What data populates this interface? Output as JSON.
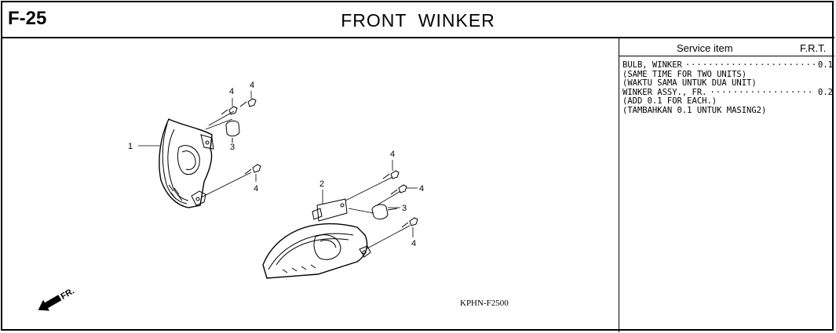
{
  "header": {
    "page_id": "F-25",
    "title": "FRONT  WINKER"
  },
  "service_table": {
    "col_item": "Service item",
    "col_frt": "F.R.T.",
    "rows": [
      {
        "item": "BULB, WINKER",
        "frt": "0.1"
      },
      {
        "item": "(SAME TIME FOR TWO UNITS)",
        "frt": ""
      },
      {
        "item": "(WAKTU SAMA UNTUK DUA UNIT)",
        "frt": ""
      },
      {
        "item": "WINKER ASSY., FR.",
        "frt": "0.2"
      },
      {
        "item": "(ADD 0.1 FOR EACH.)",
        "frt": ""
      },
      {
        "item": "(TAMBAHKAN 0.1 UNTUK MASING2)",
        "frt": ""
      }
    ]
  },
  "diagram": {
    "callouts": [
      "1",
      "2",
      "3",
      "3",
      "4",
      "4",
      "4",
      "4",
      "4",
      "4"
    ],
    "direction_label": "FR.",
    "drawing_code": "KPHN-F2500"
  }
}
